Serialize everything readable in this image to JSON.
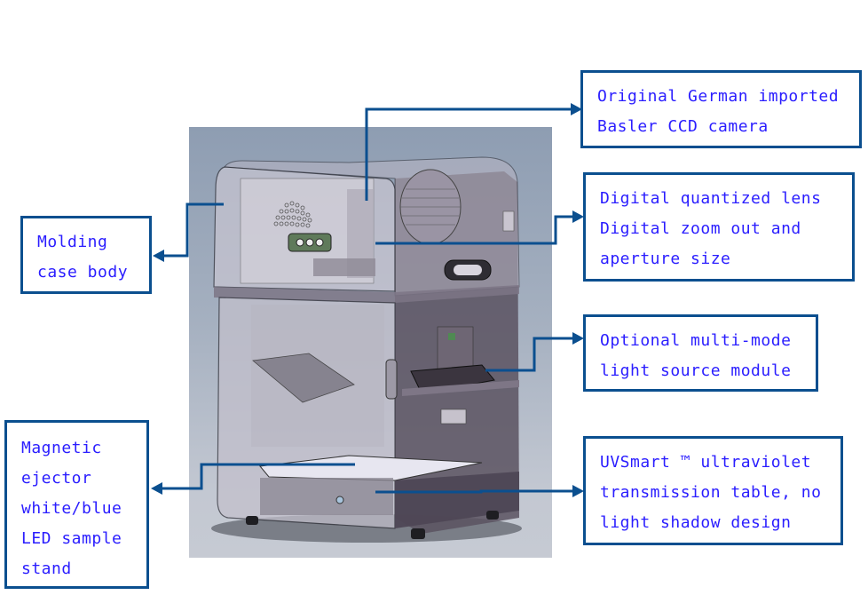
{
  "figure": {
    "type": "annotated-product-diagram",
    "subject": "imaging cabinet CAD rendering",
    "colors": {
      "callout_border": "#0b4f8f",
      "callout_text": "#2a1dff",
      "connector": "#0b4f8f",
      "image_background": "#a5b0c0"
    }
  },
  "callouts": [
    {
      "id": "camera",
      "lines": [
        "Original German imported",
        "Basler CCD camera"
      ],
      "side": "right"
    },
    {
      "id": "lens",
      "lines": [
        "Digital quantized lens",
        "Digital zoom out and",
        "aperture size"
      ],
      "side": "right"
    },
    {
      "id": "light-source",
      "lines": [
        "Optional multi-mode",
        "light source module"
      ],
      "side": "right"
    },
    {
      "id": "uv-table",
      "lines": [
        "UVSmart ™  ultraviolet",
        "transmission table, no",
        "light shadow design"
      ],
      "side": "right"
    },
    {
      "id": "case-body",
      "lines": [
        "Molding",
        "case body"
      ],
      "side": "left"
    },
    {
      "id": "sample-stand",
      "lines": [
        "Magnetic",
        "ejector",
        "white/blue",
        "LED sample",
        "stand"
      ],
      "side": "left"
    }
  ]
}
